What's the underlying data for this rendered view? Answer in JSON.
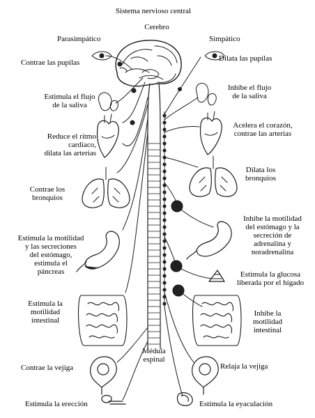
{
  "title": "Sistema nervioso central",
  "headers": {
    "brain": "Cerebro",
    "parasympathetic": "Parasimpático",
    "sympathetic": "Simpático",
    "spinal_cord": "Médula\nespinal"
  },
  "parasympathetic_effects": [
    "Contrae las pupilas",
    "Estimula el flujo\nde la saliva",
    "Reduce el ritmo\ncardíaco,\ndilata las arterias",
    "Contrae los\nbronquios",
    "Estimula la motilidad\ny las secreciones\ndel estómago,\nestimula el\npáncreas",
    "Estimula la\nmotilidad\nintestinal",
    "Contrae la vejiga",
    "Estimula la erección"
  ],
  "sympathetic_effects": [
    "Dilata las pupilas",
    "Inhibe el flujo\nde la saliva",
    "Acelera el corazón,\ncontrae las arterias",
    "Dilata los\nbronquios",
    "Inhibe la motilidad\ndel estómago y la\nsecreción de\nadrenalina y\nnoradrenalina",
    "Estimula la glucosa\nliberada por el hígado",
    "Inhibe la\nmotilidad\nintestinal",
    "Relaja la vejiga",
    "Estimula la eyaculación"
  ],
  "colors": {
    "ink": "#1a1a1a",
    "ganglion": "#222222",
    "paper": "#ffffff"
  }
}
